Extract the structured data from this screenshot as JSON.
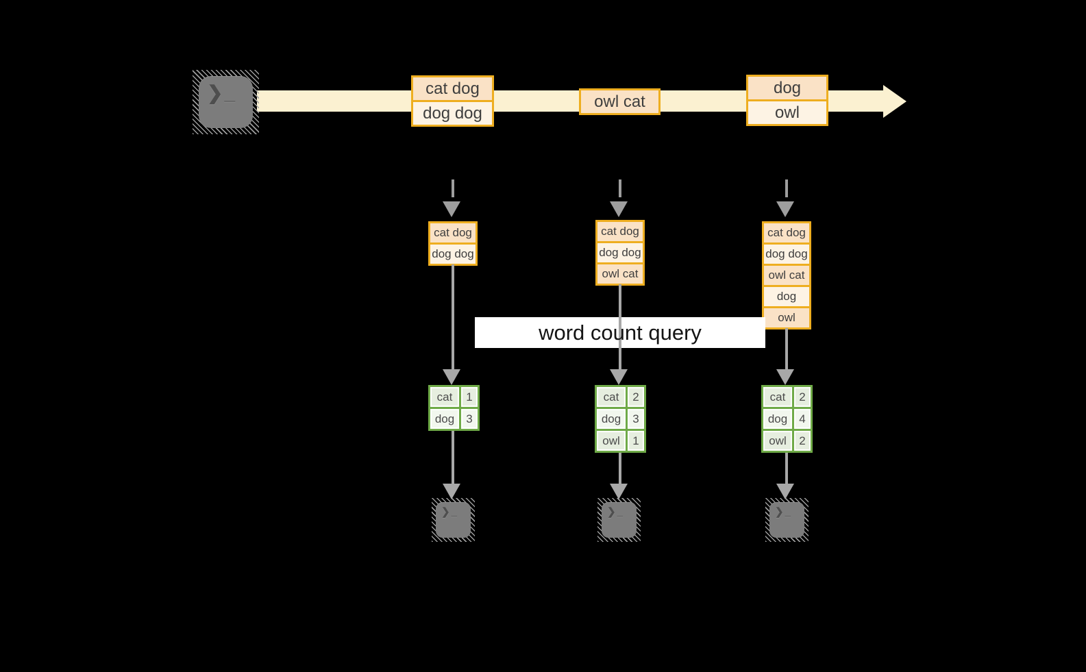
{
  "query_label": "word count query",
  "icons": {
    "terminal_glyph": "❯_"
  },
  "colors": {
    "background": "#000000",
    "stream_band": "#fbf1d1",
    "event_border": "#eeae20",
    "event_fill_dark": "#fae2c6",
    "event_fill_light": "#fdf3e4",
    "table_border": "#6faa47",
    "table_fill_dark": "#e6eedf",
    "table_fill_light": "#f2f7ee",
    "connector_gray": "#a8a8a8",
    "terminal_gray": "#7c7c7c"
  },
  "stream_events": [
    {
      "lines": [
        "cat dog",
        "dog dog"
      ]
    },
    {
      "lines": [
        "owl cat"
      ]
    },
    {
      "lines": [
        "dog",
        "owl"
      ]
    }
  ],
  "columns": [
    {
      "stack": [
        "cat dog",
        "dog dog"
      ],
      "counts": [
        {
          "word": "cat",
          "count": "1"
        },
        {
          "word": "dog",
          "count": "3"
        }
      ]
    },
    {
      "stack": [
        "cat dog",
        "dog dog",
        "owl cat"
      ],
      "counts": [
        {
          "word": "cat",
          "count": "2"
        },
        {
          "word": "dog",
          "count": "3"
        },
        {
          "word": "owl",
          "count": "1"
        }
      ]
    },
    {
      "stack": [
        "cat dog",
        "dog dog",
        "owl cat",
        "dog",
        "owl"
      ],
      "counts": [
        {
          "word": "cat",
          "count": "2"
        },
        {
          "word": "dog",
          "count": "4"
        },
        {
          "word": "owl",
          "count": "2"
        }
      ]
    }
  ]
}
